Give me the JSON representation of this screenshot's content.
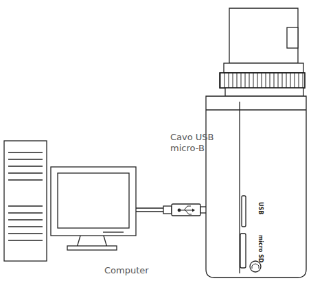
{
  "diagram": {
    "labels": [
      "Cavo USB micro-B",
      "Computer",
      "USB",
      "micro SD"
    ]
  }
}
